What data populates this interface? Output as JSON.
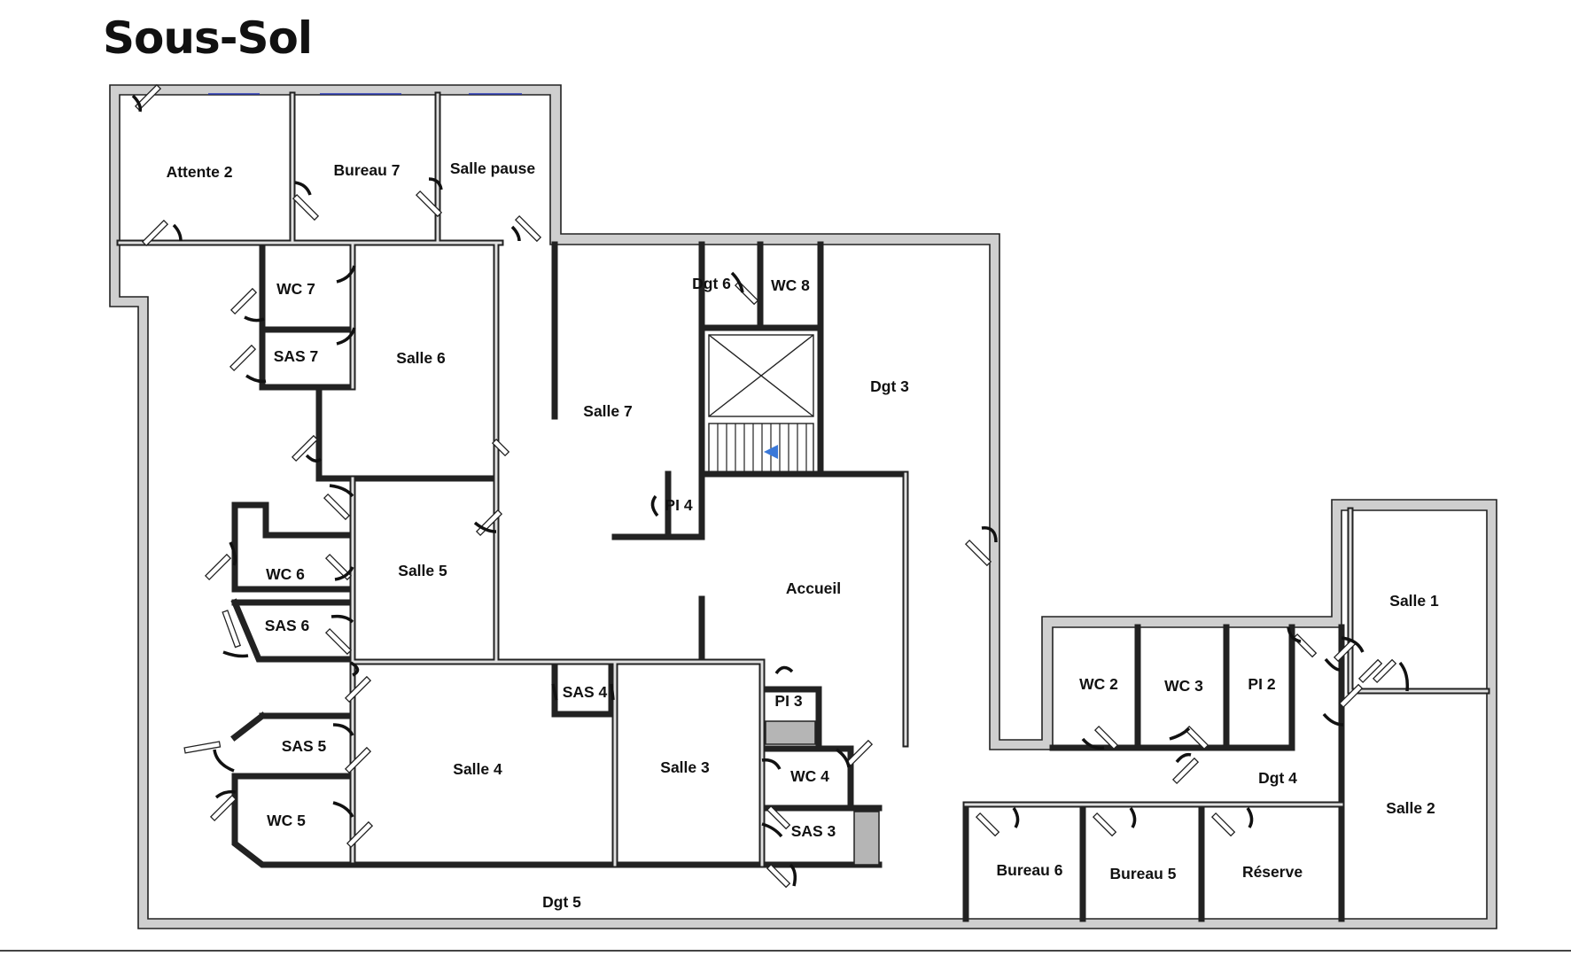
{
  "title": "Sous-Sol",
  "colors": {
    "wall_fill": "#cfcfcf",
    "wall_stroke": "#222222",
    "window": "#2b3bb8",
    "stair_arrow": "#3a78d8"
  },
  "rooms": [
    "Attente 2",
    "Bureau 7",
    "Salle pause",
    "WC 7",
    "SAS 7",
    "Salle 6",
    "Salle 7",
    "Dgt 6",
    "WC 8",
    "Dgt 3",
    "PI 4",
    "WC 6",
    "Salle 5",
    "SAS 6",
    "Accueil",
    "SAS 4",
    "PI 3",
    "SAS 5",
    "Salle 4",
    "Salle 3",
    "WC 4",
    "WC 5",
    "SAS 3",
    "Dgt 5",
    "Salle 1",
    "WC 2",
    "WC 3",
    "PI 2",
    "Dgt 4",
    "Salle 2",
    "Bureau 6",
    "Bureau 5",
    "Réserve"
  ]
}
